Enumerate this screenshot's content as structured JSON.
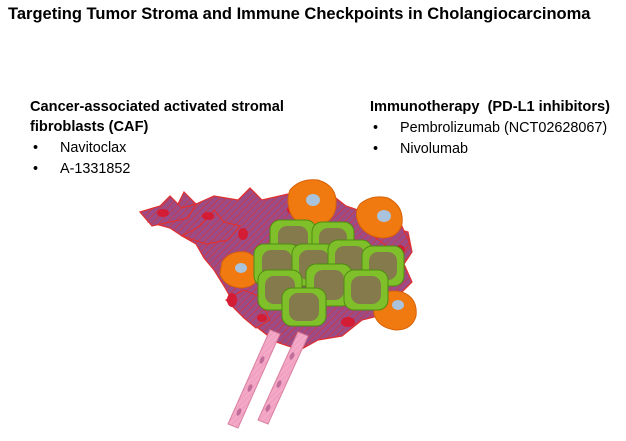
{
  "title": "Targeting Tumor Stroma and Immune Checkpoints in Cholangiocarcinoma",
  "left_panel": {
    "heading_line1": "Cancer-associated activated stromal",
    "heading_line2": "fibroblasts (CAF)",
    "items": [
      "Navitoclax",
      "A-1331852"
    ]
  },
  "right_panel": {
    "heading": "Immunotherapy  (PD-L1 inhibitors)",
    "items": [
      "Pembrolizumab (NCT02628067)",
      "Nivolumab"
    ]
  },
  "bullet_char": "•",
  "colors": {
    "stroma_fill": "#9b4b85",
    "stroma_stroke": "#e03030",
    "stroma_nucleus": "#d41c35",
    "tumor_outer": "#7fc02a",
    "tumor_inner": "#857a4c",
    "immune_outer": "#f07a10",
    "immune_nucleus": "#a9c3dc",
    "vessel": "#f4a8c8",
    "vessel_nucleus": "#c06d9a"
  }
}
